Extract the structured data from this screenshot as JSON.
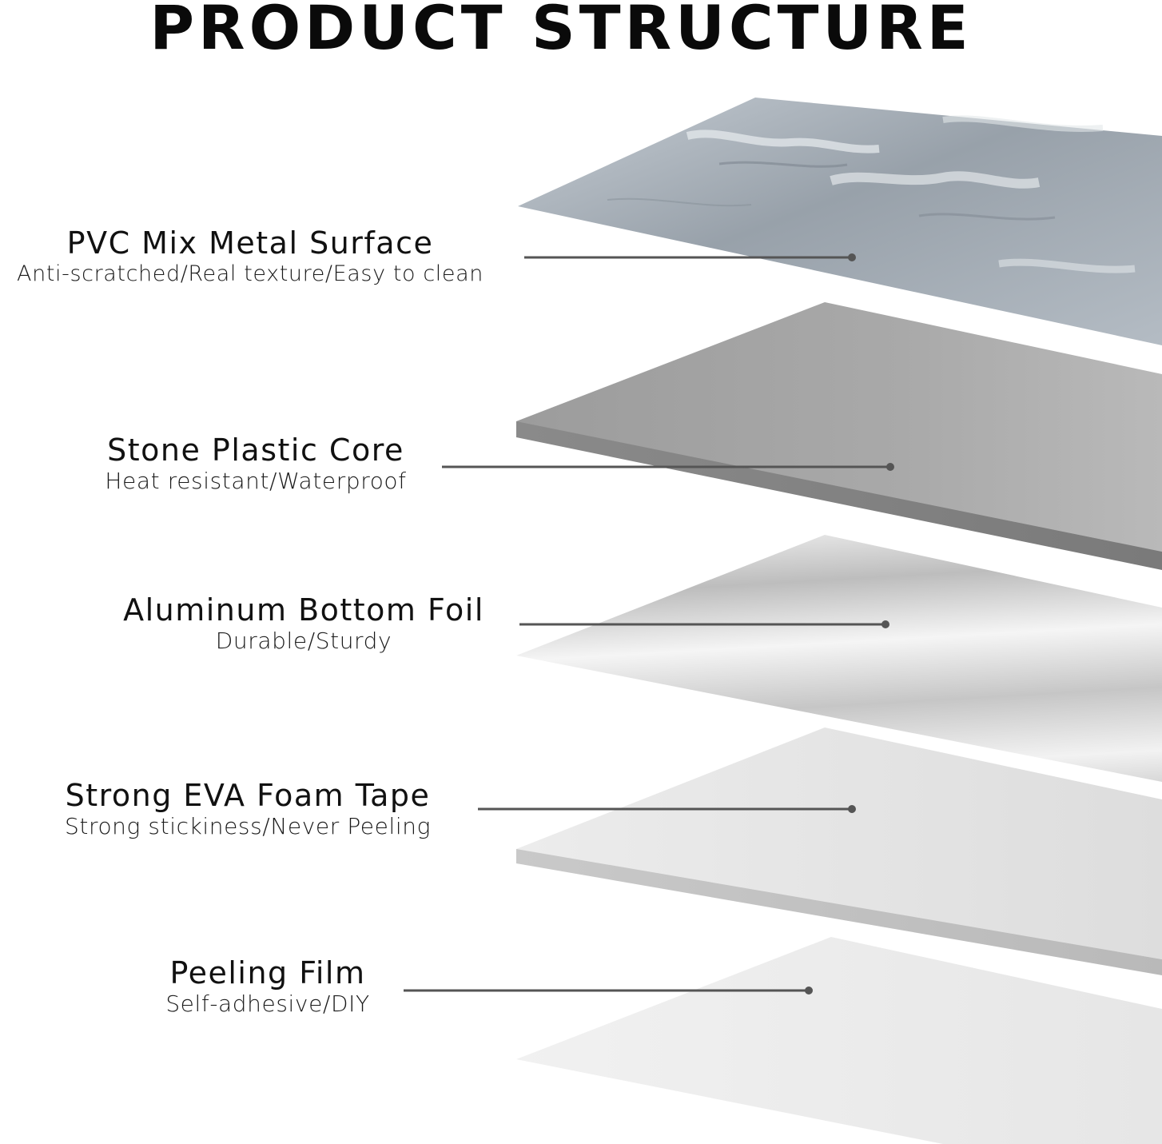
{
  "title": "PRODUCT STRUCTURE",
  "layers": [
    {
      "name": "PVC Mix Metal Surface",
      "description": "Anti-scratched/Real texture/Easy to clean",
      "color": "#9aa3ab"
    },
    {
      "name": "Stone Plastic Core",
      "description": "Heat resistant/Waterproof",
      "color": "#a6a6a6"
    },
    {
      "name": "Aluminum Bottom Foil",
      "description": "Durable/Sturdy",
      "color": "#d9d9d9"
    },
    {
      "name": "Strong EVA Foam Tape",
      "description": "Strong stickiness/Never Peeling",
      "color": "#e2e2e2"
    },
    {
      "name": "Peeling Film",
      "description": "Self-adhesive/DIY",
      "color": "#ececec"
    }
  ],
  "leader_line_color": "#555555"
}
